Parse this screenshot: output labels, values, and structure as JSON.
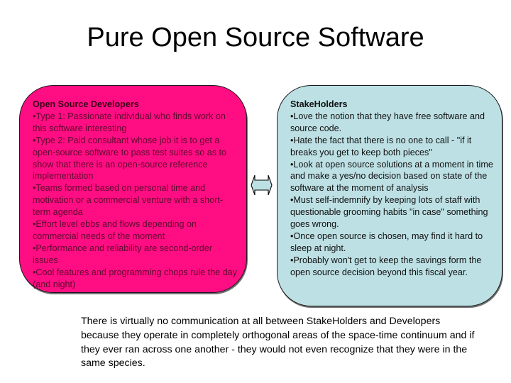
{
  "slide": {
    "title": "Pure Open Source Software"
  },
  "developers_box": {
    "heading": "Open Source Developers",
    "fill_color": "#ff0d82",
    "bullets": [
      "•Type 1: Passionate individual who finds work on this software interesting",
      "•Type 2: Paid consultant whose job it is to get a open-source software to pass test suites so as to show that there is an open-source reference implementation",
      "•Teams formed based on personal time and motivation or a commercial venture with a short-term agenda",
      "•Effort level ebbs and flows depending on commercial needs of the moment",
      "•Performance and reliability are second-order issues",
      "•Cool features and programming chops rule the day (and night)"
    ]
  },
  "connector": {
    "icon": "left-right-arrow-icon",
    "fill_color": "#bde0e4"
  },
  "stakeholders_box": {
    "heading": "StakeHolders",
    "fill_color": "#bde0e4",
    "bullets": [
      "•Love the notion that they have free software and source code.",
      "•Hate the fact that there is no one to call - \"if it breaks you get to keep both pieces\"",
      "•Look at open source solutions at a moment in time and make a yes/no decision based on state of the software at the moment of analysis",
      "•Must self-indemnify by keeping lots of staff with questionable grooming habits \"in case\" something goes wrong.",
      "•Once open source is chosen, may find it hard to sleep at night.",
      "•Probably won't get to keep the savings form the open source decision beyond this fiscal year."
    ]
  },
  "footer": {
    "text": "There is virtually no communication at all between StakeHolders and Developers because they operate in completely orthogonal areas of the space-time continuum and if they ever ran across one another - they would not even recognize that they were in the same species."
  }
}
